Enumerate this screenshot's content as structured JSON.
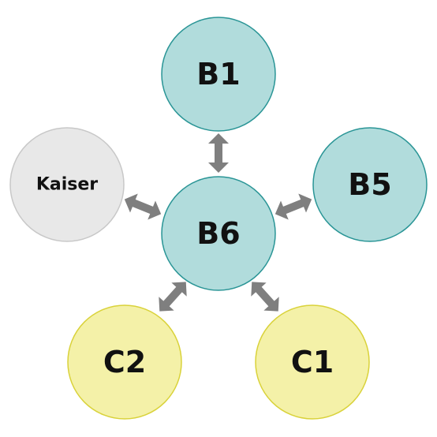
{
  "nodes": {
    "center": {
      "label": "B6",
      "fill": "#b1dcdc",
      "stroke": "#2a9596"
    },
    "top": {
      "label": "B1",
      "fill": "#b1dcdc",
      "stroke": "#2a9596"
    },
    "right": {
      "label": "B5",
      "fill": "#b1dcdc",
      "stroke": "#2a9596"
    },
    "left": {
      "label": "Kaiser",
      "fill": "#e8e8e8",
      "stroke": "#c8c8c8"
    },
    "bottom_left": {
      "label": "C2",
      "fill": "#f4f1a8",
      "stroke": "#d9d23a"
    },
    "bottom_right": {
      "label": "C1",
      "fill": "#f4f1a8",
      "stroke": "#d9d23a"
    }
  },
  "connector_color": "#7f7f7f"
}
